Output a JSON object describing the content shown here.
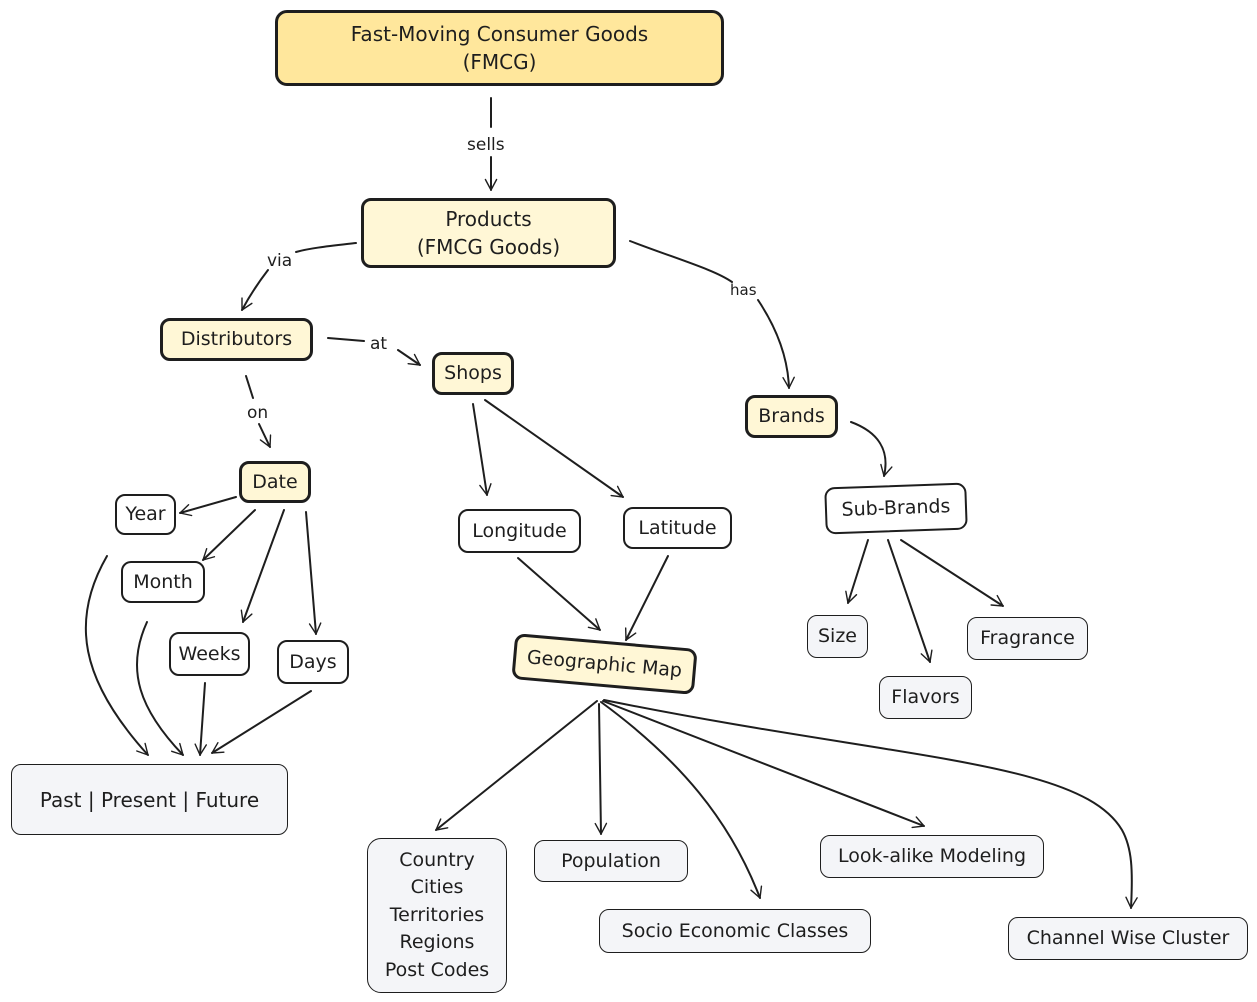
{
  "nodes": {
    "fmcg": "Fast-Moving Consumer Goods\n(FMCG)",
    "products": "Products\n(FMCG Goods)",
    "distributors": "Distributors",
    "shops": "Shops",
    "brands": "Brands",
    "date": "Date",
    "year": "Year",
    "month": "Month",
    "weeks": "Weeks",
    "days": "Days",
    "timeframe": "Past | Present | Future",
    "longitude": "Longitude",
    "latitude": "Latitude",
    "geo_map": "Geographic Map",
    "geo_levels": "Country\nCities\nTerritories\nRegions\nPost Codes",
    "population": "Population",
    "socio": "Socio Economic Classes",
    "lookalike": "Look-alike Modeling",
    "channel": "Channel Wise Cluster",
    "sub_brands": "Sub-Brands",
    "size": "Size",
    "flavors": "Flavors",
    "fragrance": "Fragrance"
  },
  "edge_labels": {
    "sells": "sells",
    "via": "via",
    "at": "at",
    "on": "on",
    "has": "has"
  },
  "colors": {
    "root_fill": "#ffe79c",
    "entity_fill": "#fff7d6",
    "leaf_fill": "#f4f5f8",
    "stroke": "#1e1e1e"
  }
}
